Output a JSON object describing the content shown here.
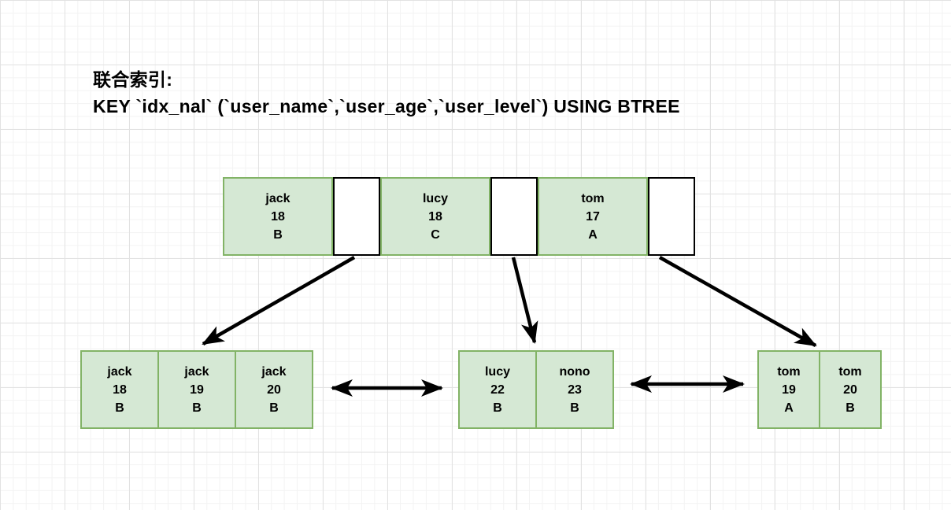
{
  "title": {
    "line1": "联合索引:",
    "line2": "KEY `idx_nal` (`user_name`,`user_age`,`user_level`) USING BTREE"
  },
  "colors": {
    "cell_fill": "#d5e8d4",
    "cell_border": "#82b366",
    "pointer_fill": "#ffffff",
    "pointer_border": "#000000",
    "arrow": "#000000",
    "grid_minor": "#f3f3f3",
    "grid_major": "#e2e2e2",
    "text": "#000000"
  },
  "tree": {
    "description": "B-tree of composite index (user_name, user_age, user_level)",
    "root": {
      "keys": [
        {
          "name": "jack",
          "age": "18",
          "level": "B"
        },
        {
          "name": "lucy",
          "age": "18",
          "level": "C"
        },
        {
          "name": "tom",
          "age": "17",
          "level": "A"
        }
      ]
    },
    "leaves": [
      {
        "records": [
          {
            "name": "jack",
            "age": "18",
            "level": "B"
          },
          {
            "name": "jack",
            "age": "19",
            "level": "B"
          },
          {
            "name": "jack",
            "age": "20",
            "level": "B"
          }
        ]
      },
      {
        "records": [
          {
            "name": "lucy",
            "age": "22",
            "level": "B"
          },
          {
            "name": "nono",
            "age": "23",
            "level": "B"
          }
        ]
      },
      {
        "records": [
          {
            "name": "tom",
            "age": "19",
            "level": "A"
          },
          {
            "name": "tom",
            "age": "20",
            "level": "B"
          }
        ]
      }
    ]
  }
}
